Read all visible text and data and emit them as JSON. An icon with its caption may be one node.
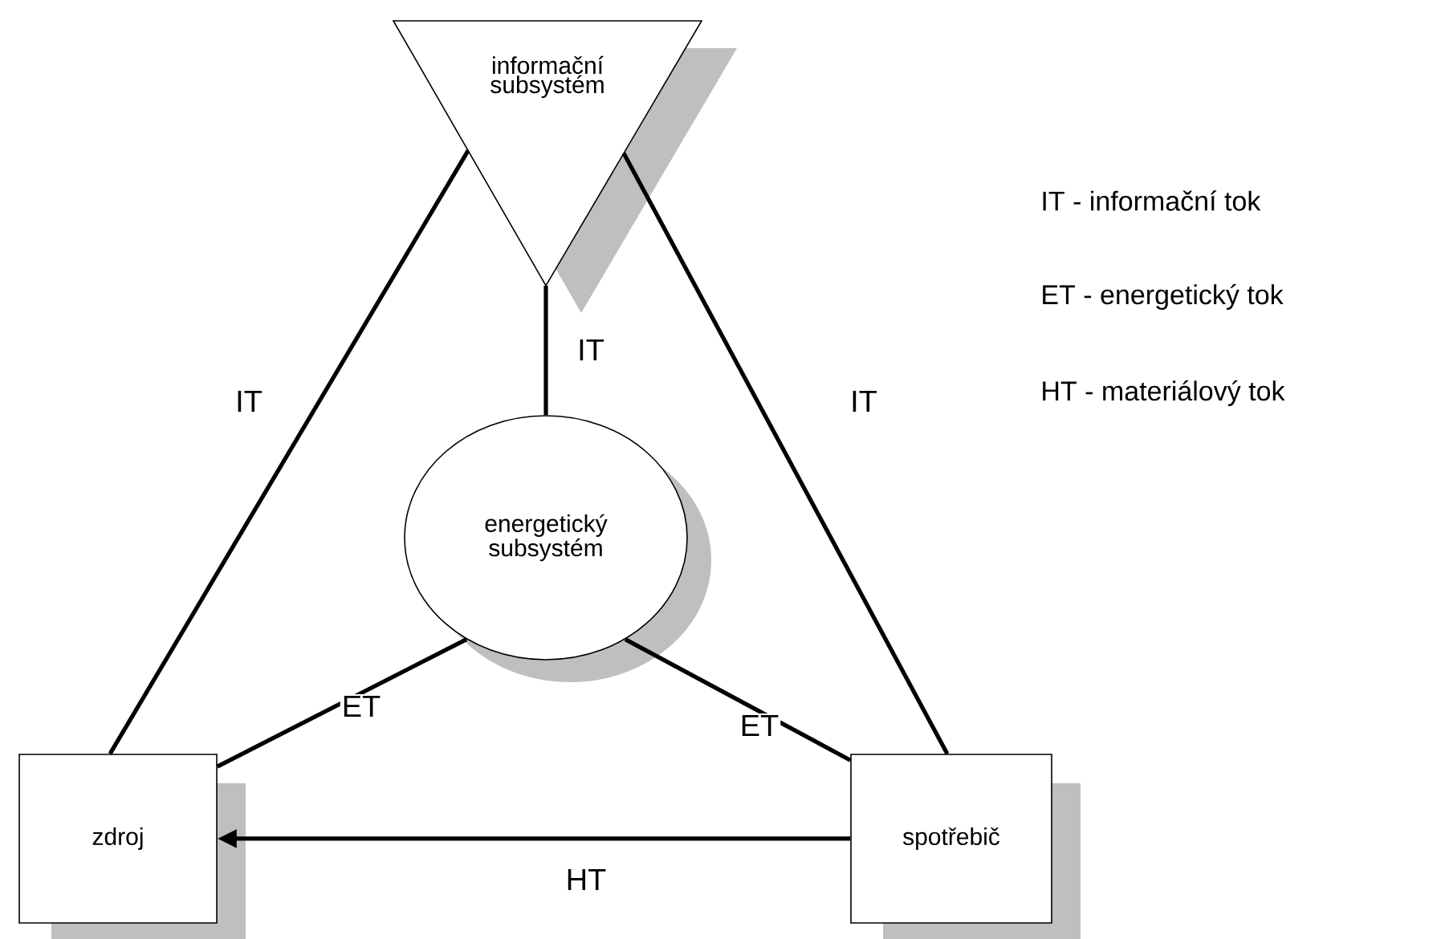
{
  "diagram": {
    "nodes": [
      {
        "text": [
          "informační subsystém"
        ]
      },
      {
        "text": [
          "energetický subsystém"
        ]
      },
      {
        "text": [
          "zdroj"
        ]
      },
      {
        "text": [
          "spotřebič"
        ]
      }
    ],
    "edges": [
      {
        "from": 0,
        "to": 2,
        "arrow": "none",
        "label": "IT"
      },
      {
        "from": 0,
        "to": 1,
        "arrow": "none",
        "label": "IT"
      },
      {
        "from": 0,
        "to": 3,
        "arrow": "none",
        "label": "IT"
      },
      {
        "from": 1,
        "to": 2,
        "arrow": "none",
        "label": "ET"
      },
      {
        "from": 1,
        "to": 3,
        "arrow": "none",
        "label": "ET"
      },
      {
        "from": 3,
        "to": 2,
        "arrow": "to",
        "label": "HT"
      }
    ],
    "labels": [
      "IT - informační tok",
      "ET - energetický tok",
      "HT - materiálový tok"
    ]
  }
}
